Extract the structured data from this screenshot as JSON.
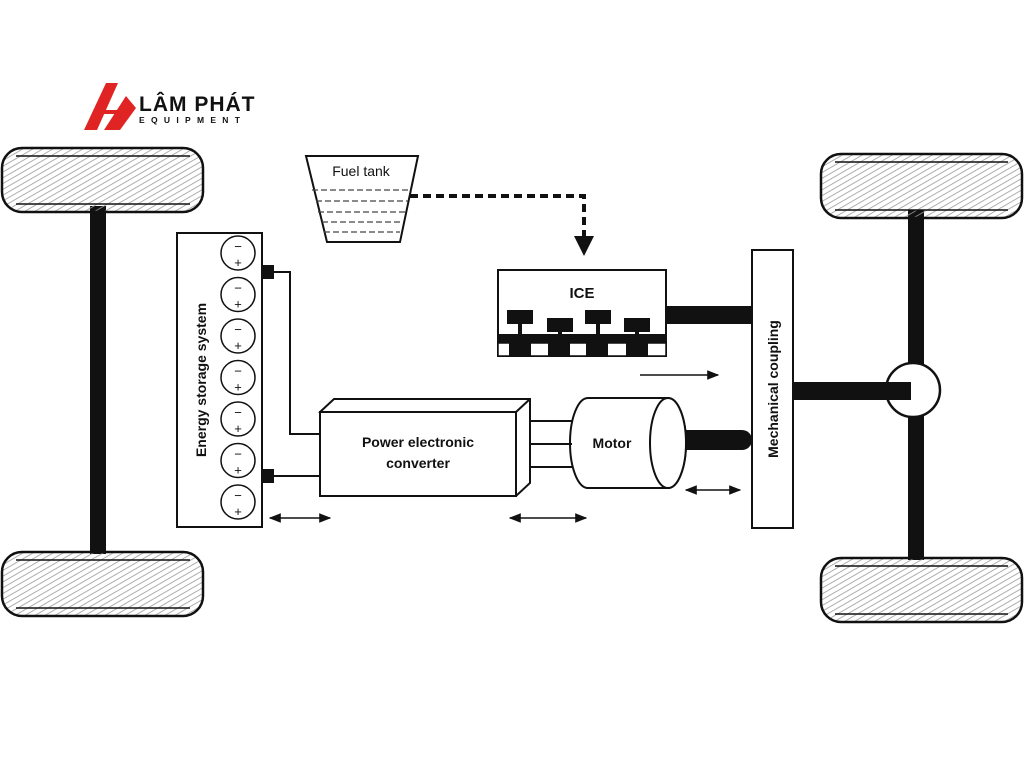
{
  "logo": {
    "brand_name": "LÂM PHÁT",
    "tagline": "EQUIPMENT",
    "brand_color": "#1f3f8f",
    "mark_color": "#e02424",
    "tagline_color": "#0f8a3e"
  },
  "diagram": {
    "fuel_tank_label": "Fuel tank",
    "ice_label": "ICE",
    "energy_storage_label": "Energy storage system",
    "converter_label_line1": "Power electronic",
    "converter_label_line2": "converter",
    "motor_label": "Motor",
    "coupling_label": "Mechanical coupling",
    "battery_cell_minus": "−",
    "battery_cell_plus": "+",
    "battery_cell_count": 7
  }
}
